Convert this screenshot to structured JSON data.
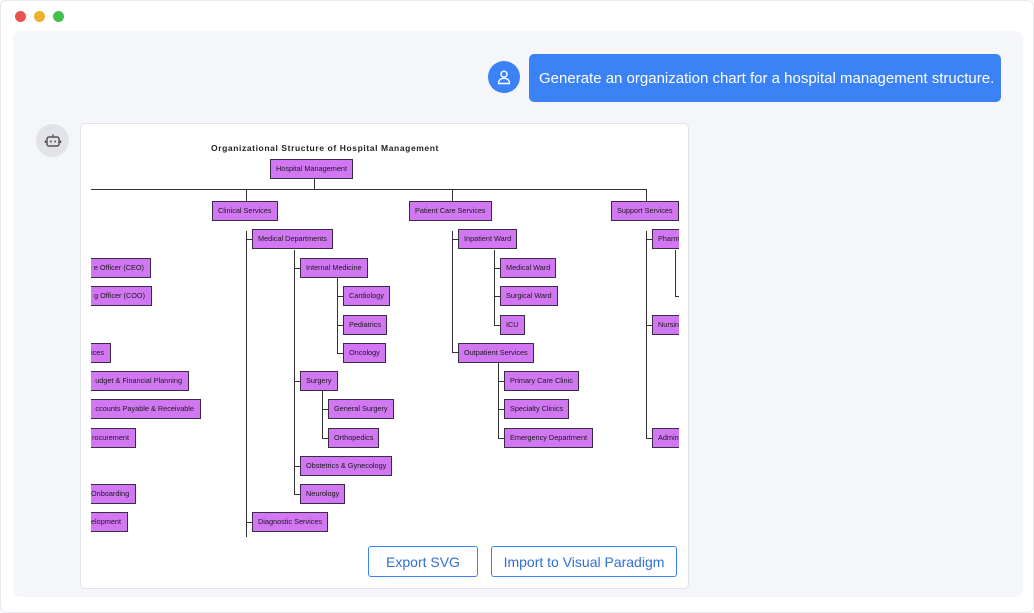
{
  "window": {
    "controls": [
      "close",
      "minimize",
      "maximize"
    ],
    "colors": {
      "close": "#ec4f4f",
      "minimize": "#e8b22b",
      "maximize": "#43c04e"
    }
  },
  "chat": {
    "user_message": "Generate an organization chart for a hospital management structure.",
    "user_icon": "user-icon",
    "bot_icon": "robot-icon",
    "accent_color": "#3b82f6"
  },
  "org_chart": {
    "title": "Organizational Structure of Hospital Management",
    "node_color": "#d177f2",
    "root": "Hospital Management",
    "branches": {
      "clinical": "Clinical Services",
      "patient_care": "Patient Care Services",
      "support": "Support Services"
    },
    "clinical": {
      "medical_departments": "Medical Departments",
      "internal_medicine": "Internal Medicine",
      "cardiology": "Cardiology",
      "pediatrics": "Pediatrics",
      "oncology": "Oncology",
      "surgery": "Surgery",
      "general_surgery": "General Surgery",
      "orthopedics": "Orthopedics",
      "obstetrics": "Obstetrics & Gynecology",
      "neurology": "Neurology",
      "diagnostic_services": "Diagnostic Services"
    },
    "patient_care": {
      "inpatient_ward": "Inpatient Ward",
      "medical_ward": "Medical Ward",
      "surgical_ward": "Surgical Ward",
      "icu": "ICU",
      "outpatient_services": "Outpatient Services",
      "primary_care": "Primary Care Clinic",
      "specialty_clinics": "Specialty Clinics",
      "emergency": "Emergency Department"
    },
    "support": {
      "pharmacy": "Pharm",
      "nursing": "Nursin",
      "admin": "Admin"
    },
    "left_partial": {
      "ceo": "e Officer (CEO)",
      "coo": "g Officer (COO)",
      "services": "ices",
      "budget": "udget & Financial Planning",
      "accounts": "ccounts Payable & Receivable",
      "procurement": "rocurement",
      "onboarding": "Onboarding",
      "development": "elopment"
    }
  },
  "actions": {
    "export_svg": "Export SVG",
    "import_vp": "Import to Visual Paradigm"
  }
}
